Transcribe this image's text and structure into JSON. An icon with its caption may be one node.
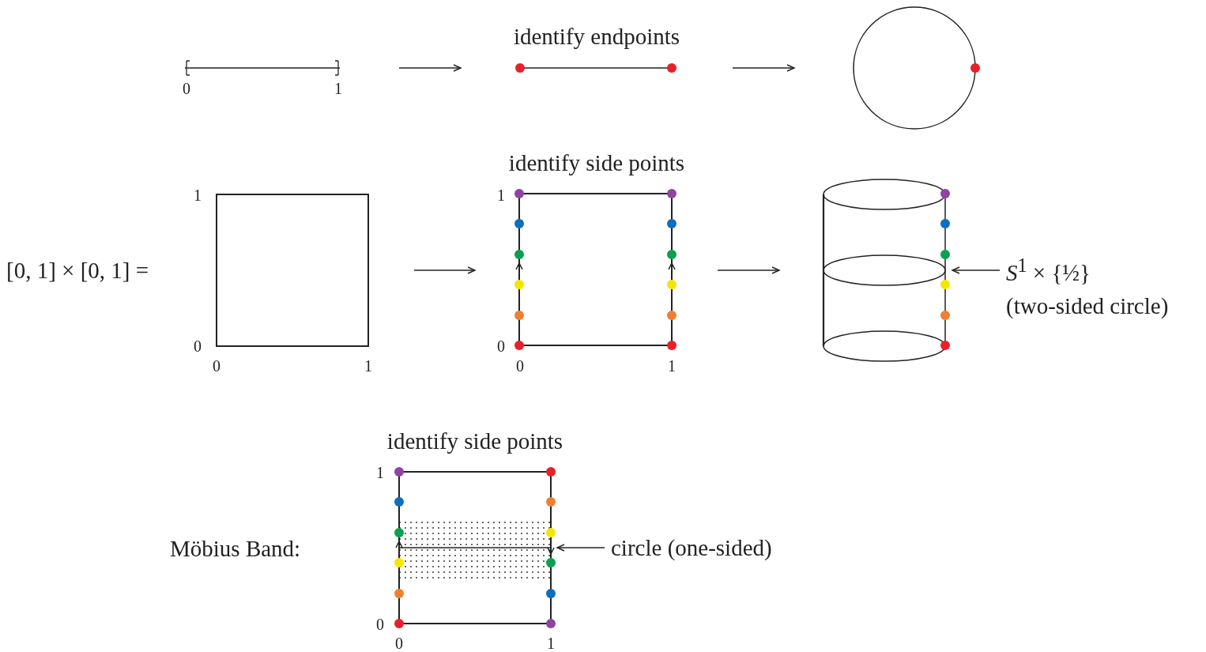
{
  "diagram": {
    "nodes": [
      {
        "text": [],
        "shape": "bar",
        "beside": [
          "0",
          "1"
        ]
      },
      {
        "text": [
          "identify endpoints"
        ]
      },
      {
        "text": [],
        "shape": "circle"
      },
      {
        "text": [],
        "shape": "box",
        "beside": [
          "1",
          "0",
          "0",
          "1"
        ]
      },
      {
        "text": [
          "identify side points"
        ],
        "beside": [
          "1",
          "0",
          "0",
          "1"
        ]
      },
      {
        "text": [],
        "shape": "cylinder"
      },
      {
        "text": [
          "*S*$^{1}$ × {½}",
          "(two-sided circle)"
        ]
      },
      {
        "text": [
          "identify side points"
        ],
        "beside": [
          "1",
          "0",
          "0",
          "1"
        ]
      },
      {
        "text": [
          "circle (one-sided)"
        ]
      }
    ],
    "edges": [
      {
        "from": 0,
        "to": 1,
        "arrow": "to"
      },
      {
        "from": 1,
        "to": 2,
        "arrow": "to"
      },
      {
        "from": 3,
        "to": 4,
        "arrow": "to"
      },
      {
        "from": 4,
        "to": 5,
        "arrow": "to"
      },
      {
        "from": 6,
        "to": 5,
        "arrow": "to"
      },
      {
        "from": 8,
        "to": 7,
        "arrow": "to"
      }
    ],
    "labels": [
      "[0, 1] × [0, 1]  =",
      "Möbius Band:"
    ]
  }
}
